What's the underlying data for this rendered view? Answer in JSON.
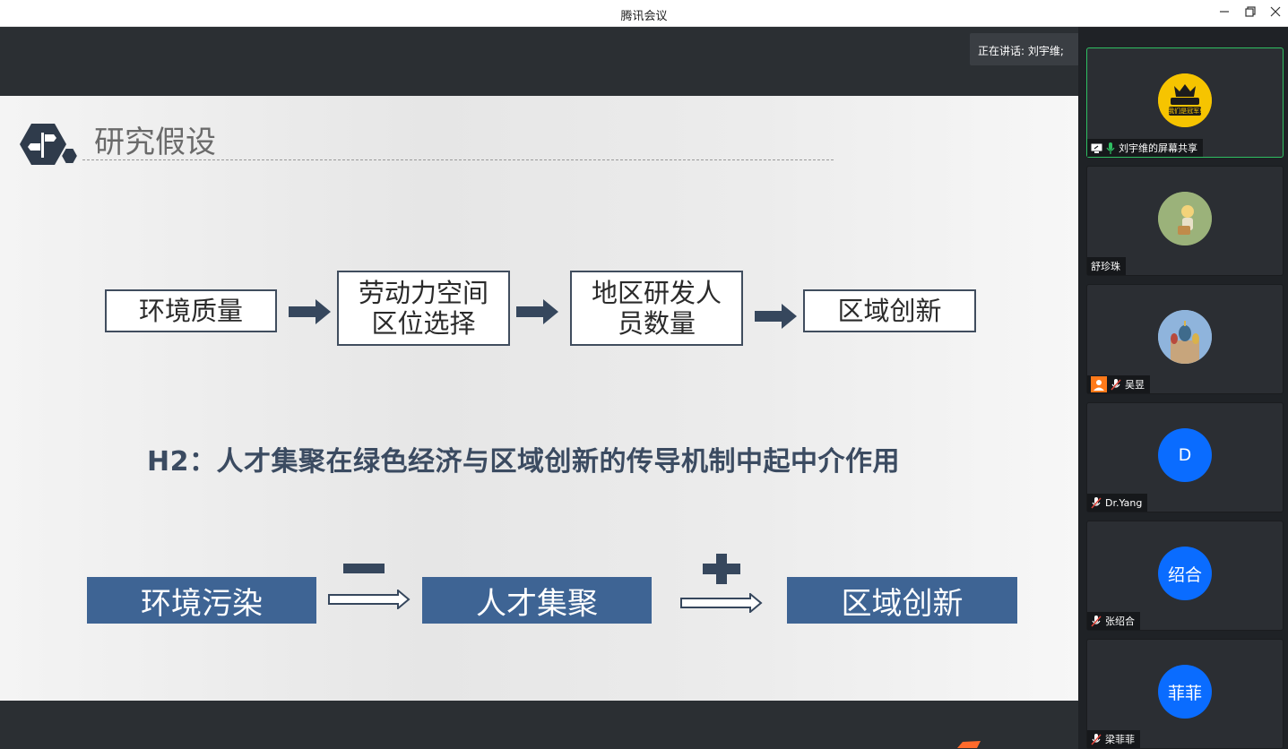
{
  "window": {
    "title": "腾讯会议"
  },
  "speaking": {
    "text": "正在讲话: 刘宇维;"
  },
  "slide": {
    "title": "研究假设",
    "flow1": [
      "环境质量",
      "劳动力空间\n区位选择",
      "地区研发人\n员数量",
      "区域创新"
    ],
    "hypothesis": "H2：人才集聚在绿色经济与区域创新的传导机制中起中介作用",
    "flow2": [
      "环境污染",
      "人才集聚",
      "区域创新"
    ],
    "signs": {
      "first": "minus",
      "second": "plus"
    },
    "colors": {
      "dark_slate": "#404d5e",
      "blue_box": "#3e6494",
      "title_text": "#6a6a6a",
      "hypo_text": "#3b4b61"
    }
  },
  "participants": [
    {
      "name": "刘宇维的屏幕共享",
      "avatar": "logo-avatar",
      "avatar_text": "我们是冠军!",
      "icons": [
        "screen-share-icon",
        "mic-on-icon"
      ],
      "active": true
    },
    {
      "name": "舒珍珠",
      "avatar": "cartoon-avatar",
      "icons": [],
      "active": false
    },
    {
      "name": "吴昱",
      "avatar": "building-avatar",
      "icons": [
        "host-icon",
        "mic-muted-icon"
      ],
      "active": false
    },
    {
      "name": "Dr.Yang",
      "avatar_letter": "D",
      "icons": [
        "mic-muted-icon"
      ],
      "active": false
    },
    {
      "name": "张绍合",
      "avatar_letter": "绍合",
      "icons": [
        "mic-muted-icon"
      ],
      "active": false
    },
    {
      "name": "梁菲菲",
      "avatar_letter": "菲菲",
      "icons": [
        "mic-muted-icon"
      ],
      "active": false
    }
  ],
  "theme": {
    "accent_green": "#2fbf62",
    "avatar_blue": "#0a6cff",
    "mic_green": "#2fbf62",
    "muted_red": "#e0453b"
  }
}
